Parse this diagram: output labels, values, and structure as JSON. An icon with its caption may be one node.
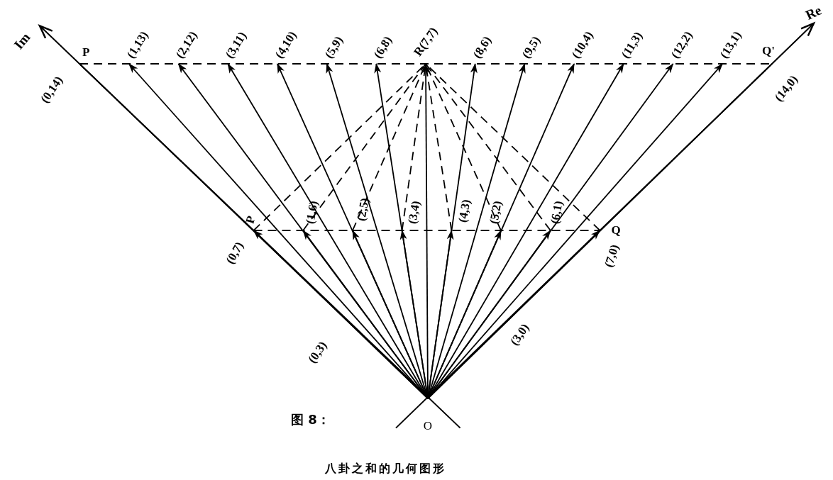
{
  "diagram": {
    "caption": "八卦之和的几何图形",
    "nodes": [
      {
        "text": [
          "O"
        ]
      },
      {
        "text": [
          "P"
        ],
        "beside": [
          "(0,14)"
        ]
      },
      {
        "text": [
          "(1,13)"
        ]
      },
      {
        "text": [
          "(2,12)"
        ]
      },
      {
        "text": [
          "(3,11)"
        ]
      },
      {
        "text": [
          "(4,10)"
        ]
      },
      {
        "text": [
          "(5,9)"
        ]
      },
      {
        "text": [
          "(6,8)"
        ]
      },
      {
        "text": [
          "R(7,7)"
        ]
      },
      {
        "text": [
          "(8,6)"
        ]
      },
      {
        "text": [
          "(9,5)"
        ]
      },
      {
        "text": [
          "(10,4)"
        ]
      },
      {
        "text": [
          "(11,3)"
        ]
      },
      {
        "text": [
          "(12,2)"
        ]
      },
      {
        "text": [
          "(13,1)"
        ]
      },
      {
        "text": [
          "Q'"
        ],
        "beside": [
          "(14,0)"
        ]
      },
      {
        "text": [
          "P"
        ],
        "beside": [
          "(0,7)"
        ]
      },
      {
        "text": [
          "(1,6)"
        ]
      },
      {
        "text": [
          "(2,5)"
        ]
      },
      {
        "text": [
          "(3,4)"
        ]
      },
      {
        "text": [
          "(4,3)"
        ]
      },
      {
        "text": [
          "(5,2)"
        ]
      },
      {
        "text": [
          "(6,1)"
        ]
      },
      {
        "text": [
          "Q"
        ],
        "beside": [
          "(7,0)"
        ]
      }
    ],
    "edges": [
      {
        "from": 0,
        "to": 1,
        "arrow": "none"
      },
      {
        "from": 0,
        "to": 2,
        "arrow": "to"
      },
      {
        "from": 0,
        "to": 3,
        "arrow": "to"
      },
      {
        "from": 0,
        "to": 4,
        "arrow": "to"
      },
      {
        "from": 0,
        "to": 5,
        "arrow": "to"
      },
      {
        "from": 0,
        "to": 6,
        "arrow": "to"
      },
      {
        "from": 0,
        "to": 7,
        "arrow": "to"
      },
      {
        "from": 0,
        "to": 8,
        "arrow": "to"
      },
      {
        "from": 0,
        "to": 9,
        "arrow": "to"
      },
      {
        "from": 0,
        "to": 10,
        "arrow": "to"
      },
      {
        "from": 0,
        "to": 11,
        "arrow": "to"
      },
      {
        "from": 0,
        "to": 12,
        "arrow": "to"
      },
      {
        "from": 0,
        "to": 13,
        "arrow": "to"
      },
      {
        "from": 0,
        "to": 14,
        "arrow": "to"
      },
      {
        "from": 0,
        "to": 15,
        "arrow": "none"
      },
      {
        "from": 0,
        "to": 16,
        "arrow": "to"
      },
      {
        "from": 0,
        "to": 17,
        "arrow": "to"
      },
      {
        "from": 0,
        "to": 18,
        "arrow": "to"
      },
      {
        "from": 0,
        "to": 19,
        "arrow": "to"
      },
      {
        "from": 0,
        "to": 20,
        "arrow": "to"
      },
      {
        "from": 0,
        "to": 21,
        "arrow": "to"
      },
      {
        "from": 0,
        "to": 22,
        "arrow": "to"
      },
      {
        "from": 0,
        "to": 23,
        "arrow": "to"
      },
      {
        "from": 16,
        "to": 8,
        "arrow": "none",
        "style": "dashed"
      },
      {
        "from": 17,
        "to": 8,
        "arrow": "none",
        "style": "dashed"
      },
      {
        "from": 18,
        "to": 8,
        "arrow": "none",
        "style": "dashed"
      },
      {
        "from": 19,
        "to": 8,
        "arrow": "none",
        "style": "dashed"
      },
      {
        "from": 20,
        "to": 8,
        "arrow": "none",
        "style": "dashed"
      },
      {
        "from": 21,
        "to": 8,
        "arrow": "none",
        "style": "dashed"
      },
      {
        "from": 22,
        "to": 8,
        "arrow": "none",
        "style": "dashed"
      },
      {
        "from": 23,
        "to": 8,
        "arrow": "none",
        "style": "dashed"
      },
      {
        "from": 1,
        "to": 15,
        "arrow": "none",
        "style": "dashed"
      },
      {
        "from": 16,
        "to": 23,
        "arrow": "none",
        "style": "dashed"
      }
    ],
    "labels": [
      "Im",
      "Re",
      "(0,3)",
      "(3,0)",
      "图 8："
    ]
  }
}
